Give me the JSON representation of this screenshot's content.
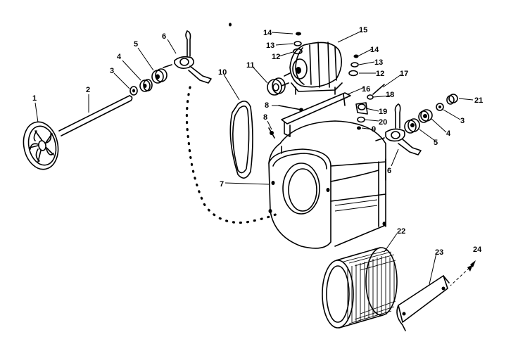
{
  "diagram": {
    "labels": {
      "l1": "1",
      "l2": "2",
      "l3a": "3",
      "l4a": "4",
      "l5a": "5",
      "l6a": "6",
      "l7": "7",
      "l8a": "8",
      "l8b": "8",
      "l9": "9",
      "l10": "10",
      "l11": "11",
      "l12a": "12",
      "l13a": "13",
      "l14a": "14",
      "l15": "15",
      "l12b": "12",
      "l13b": "13",
      "l14b": "14",
      "l16": "16",
      "l17": "17",
      "l18": "18",
      "l19": "19",
      "l20": "20",
      "l21": "21",
      "l3b": "3",
      "l4b": "4",
      "l5b": "5",
      "l6b": "6",
      "l22": "22",
      "l23": "23",
      "l24": "24"
    }
  }
}
